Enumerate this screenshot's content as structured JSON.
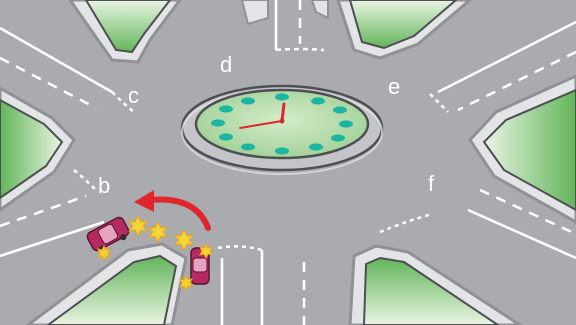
{
  "colors": {
    "road": "#a9abaf",
    "grass_light": "#e9f4e2",
    "grass_dark": "#62b55a",
    "curb_outer": "#8f9195",
    "curb_inner": "#4d4f53",
    "clock_face": "#b9dcb0",
    "clock_dot": "#1bb5a2",
    "clock_hand": "#e0262c",
    "car": "#b42a63",
    "arrow": "#e0262c",
    "flash": "#f2d338"
  },
  "exit_labels": [
    "b",
    "c",
    "d",
    "e",
    "f"
  ],
  "icons": [
    "clock-icon",
    "car-icon",
    "turn-arrow-icon",
    "indicator-flash-icon"
  ]
}
